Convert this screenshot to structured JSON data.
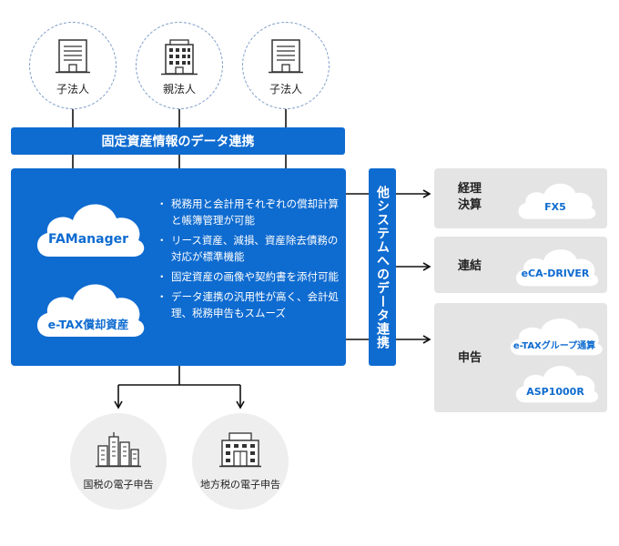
{
  "companies": [
    {
      "label": "子法人",
      "icon": "building-icon"
    },
    {
      "label": "親法人",
      "icon": "office-building-icon"
    },
    {
      "label": "子法人",
      "icon": "building-icon"
    }
  ],
  "top_bar": "固定資産情報のデータ連携",
  "products": [
    "FAManager",
    "e-TAX償却資産"
  ],
  "features": [
    "税務用と会計用それぞれの償却計算と帳簿管理が可能",
    "リース資産、減損、資産除去債務の対応が標準機能",
    "固定資産の画像や契約書を添付可能",
    "データ連携の汎用性が高く、会計処理、税務申告もスムーズ"
  ],
  "other_systems": "他システムへのデータ連携",
  "right_boxes": [
    {
      "label": "経理\n決算",
      "systems": [
        "FX5"
      ]
    },
    {
      "label": "連結",
      "systems": [
        "eCA-DRIVER"
      ]
    },
    {
      "label": "申告",
      "systems": [
        "e-TAXグループ通算",
        "ASP1000R"
      ]
    }
  ],
  "filings": [
    {
      "label": "国税の電子申告",
      "icon": "city-icon"
    },
    {
      "label": "地方税の電子申告",
      "icon": "government-building-icon"
    }
  ],
  "colors": {
    "primary": "#0e6bd0",
    "gray_box": "#e4e4e4",
    "circle_bg": "#eeeeee",
    "dashed": "#7b9cc8"
  }
}
